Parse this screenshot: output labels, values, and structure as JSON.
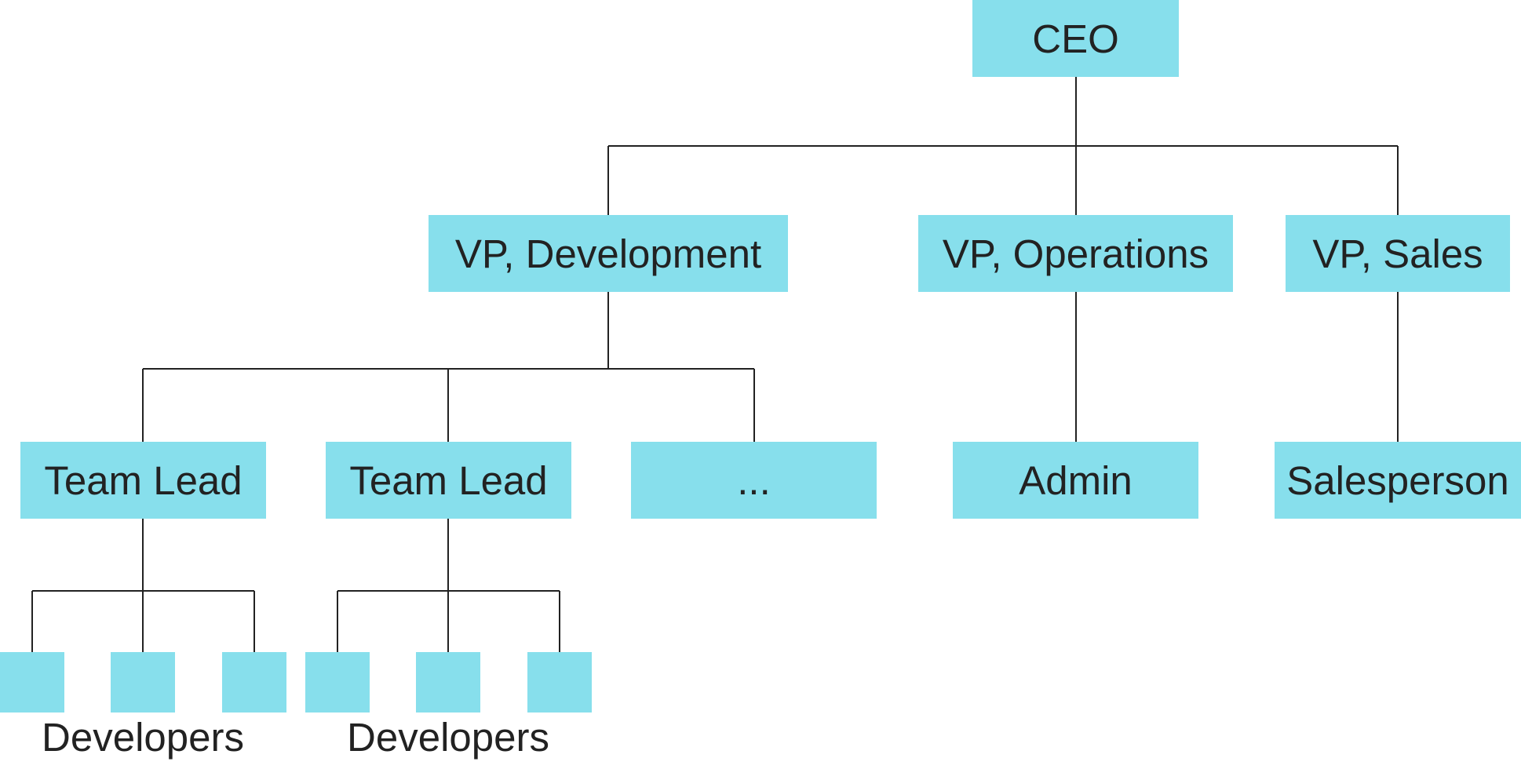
{
  "colors": {
    "box_fill": "#87dfec",
    "line": "#222222",
    "text": "#222222",
    "background": "#ffffff"
  },
  "org": {
    "ceo": "CEO",
    "vps": [
      {
        "label": "VP, Development"
      },
      {
        "label": "VP, Operations"
      },
      {
        "label": "VP, Sales"
      }
    ],
    "development_reports": [
      {
        "label": "Team Lead"
      },
      {
        "label": "Team Lead"
      },
      {
        "label": "..."
      }
    ],
    "operations_report": "Admin",
    "sales_report": "Salesperson",
    "developer_groups": [
      {
        "caption": "Developers",
        "count": 3
      },
      {
        "caption": "Developers",
        "count": 3
      }
    ]
  }
}
